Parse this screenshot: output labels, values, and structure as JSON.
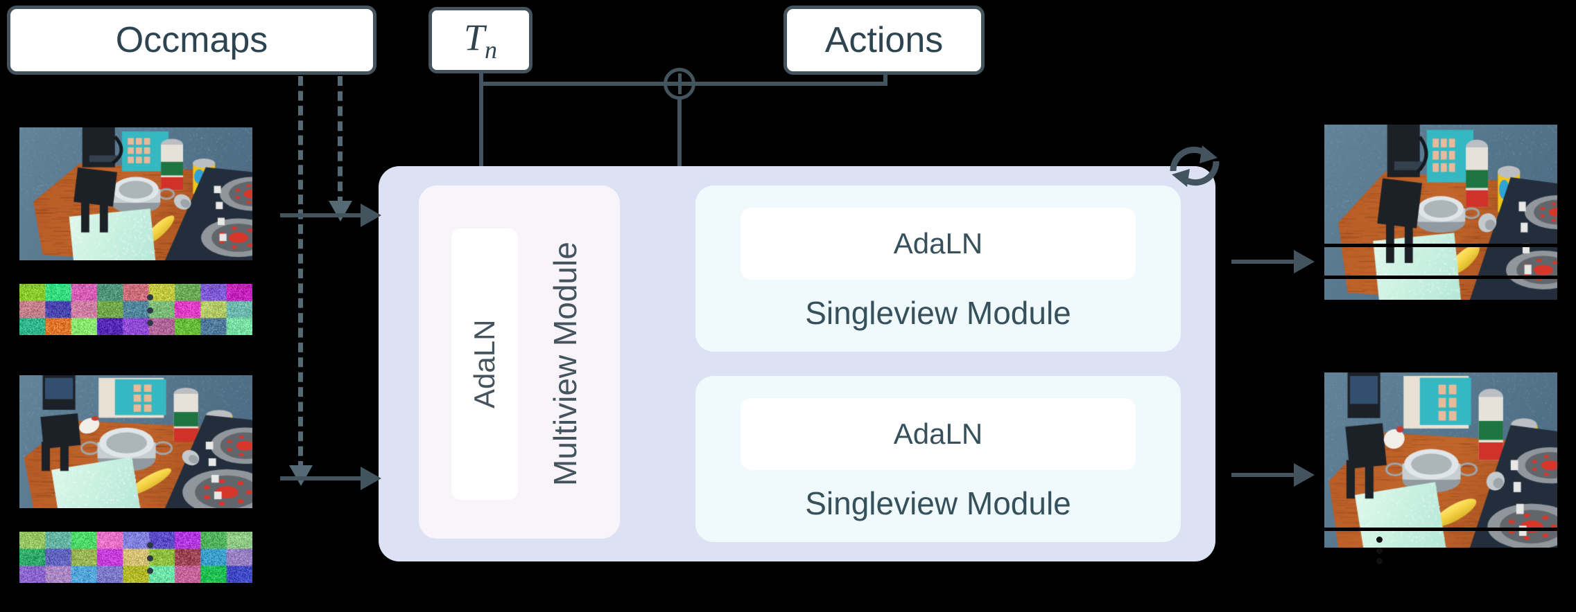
{
  "diagram": {
    "title": "Multiview video diffusion architecture",
    "colors": {
      "ink": "#44545e",
      "container_bg": "#dce2f3",
      "multiview_bg": "#f8f4fa",
      "singleview_bg": "#f0f9fb",
      "box_bg": "#ffffff",
      "page_bg": "#000000"
    }
  },
  "inputs": {
    "occmaps_label": "Occmaps",
    "timestep_symbol": "T",
    "timestep_subscript": "n",
    "actions_label": "Actions"
  },
  "operators": {
    "sum_symbol": "oplus",
    "loop_symbol": "recycle"
  },
  "modules": {
    "multiview": {
      "title": "Multiview Module",
      "adaln_label": "AdaLN"
    },
    "singleview": [
      {
        "title": "Singleview Module",
        "adaln_label": "AdaLN"
      },
      {
        "title": "Singleview Module",
        "adaln_label": "AdaLN"
      }
    ]
  },
  "views": {
    "input_frames": [
      {
        "name": "view-1-input",
        "caption": "robot kitchen scene view 1",
        "has_noise_tokens": true,
        "noise_rows": 3,
        "noise_cols": 9,
        "ellipsis": "vertical"
      },
      {
        "name": "view-2-input",
        "caption": "robot kitchen scene view 2",
        "has_noise_tokens": true,
        "noise_rows": 3,
        "noise_cols": 9,
        "ellipsis": "vertical"
      }
    ],
    "output_frames": [
      {
        "name": "view-1-output",
        "caption": "generated kitchen scene view 1",
        "stacked_frames": 3,
        "ellipsis": "none"
      },
      {
        "name": "view-2-output",
        "caption": "generated kitchen scene view 2",
        "stacked_frames": 3,
        "ellipsis": "vertical"
      }
    ]
  },
  "edges": [
    {
      "from": "occmaps",
      "to": "view-1-input-arrow",
      "style": "dashed"
    },
    {
      "from": "occmaps",
      "to": "view-2-input-arrow",
      "style": "dashed"
    },
    {
      "from": "timestep",
      "to": "sum",
      "style": "solid"
    },
    {
      "from": "actions",
      "to": "sum",
      "style": "solid"
    },
    {
      "from": "sum",
      "to": "multiview-adaln",
      "style": "solid"
    },
    {
      "from": "sum",
      "to": "singleview-adaln-top",
      "style": "solid"
    },
    {
      "from": "sum",
      "to": "singleview-adaln-bottom",
      "style": "solid"
    },
    {
      "from": "view-1-input",
      "to": "main-container",
      "style": "solid"
    },
    {
      "from": "view-2-input",
      "to": "main-container",
      "style": "solid"
    },
    {
      "from": "main-container",
      "to": "view-1-output",
      "style": "solid"
    },
    {
      "from": "main-container",
      "to": "view-2-output",
      "style": "solid"
    }
  ]
}
